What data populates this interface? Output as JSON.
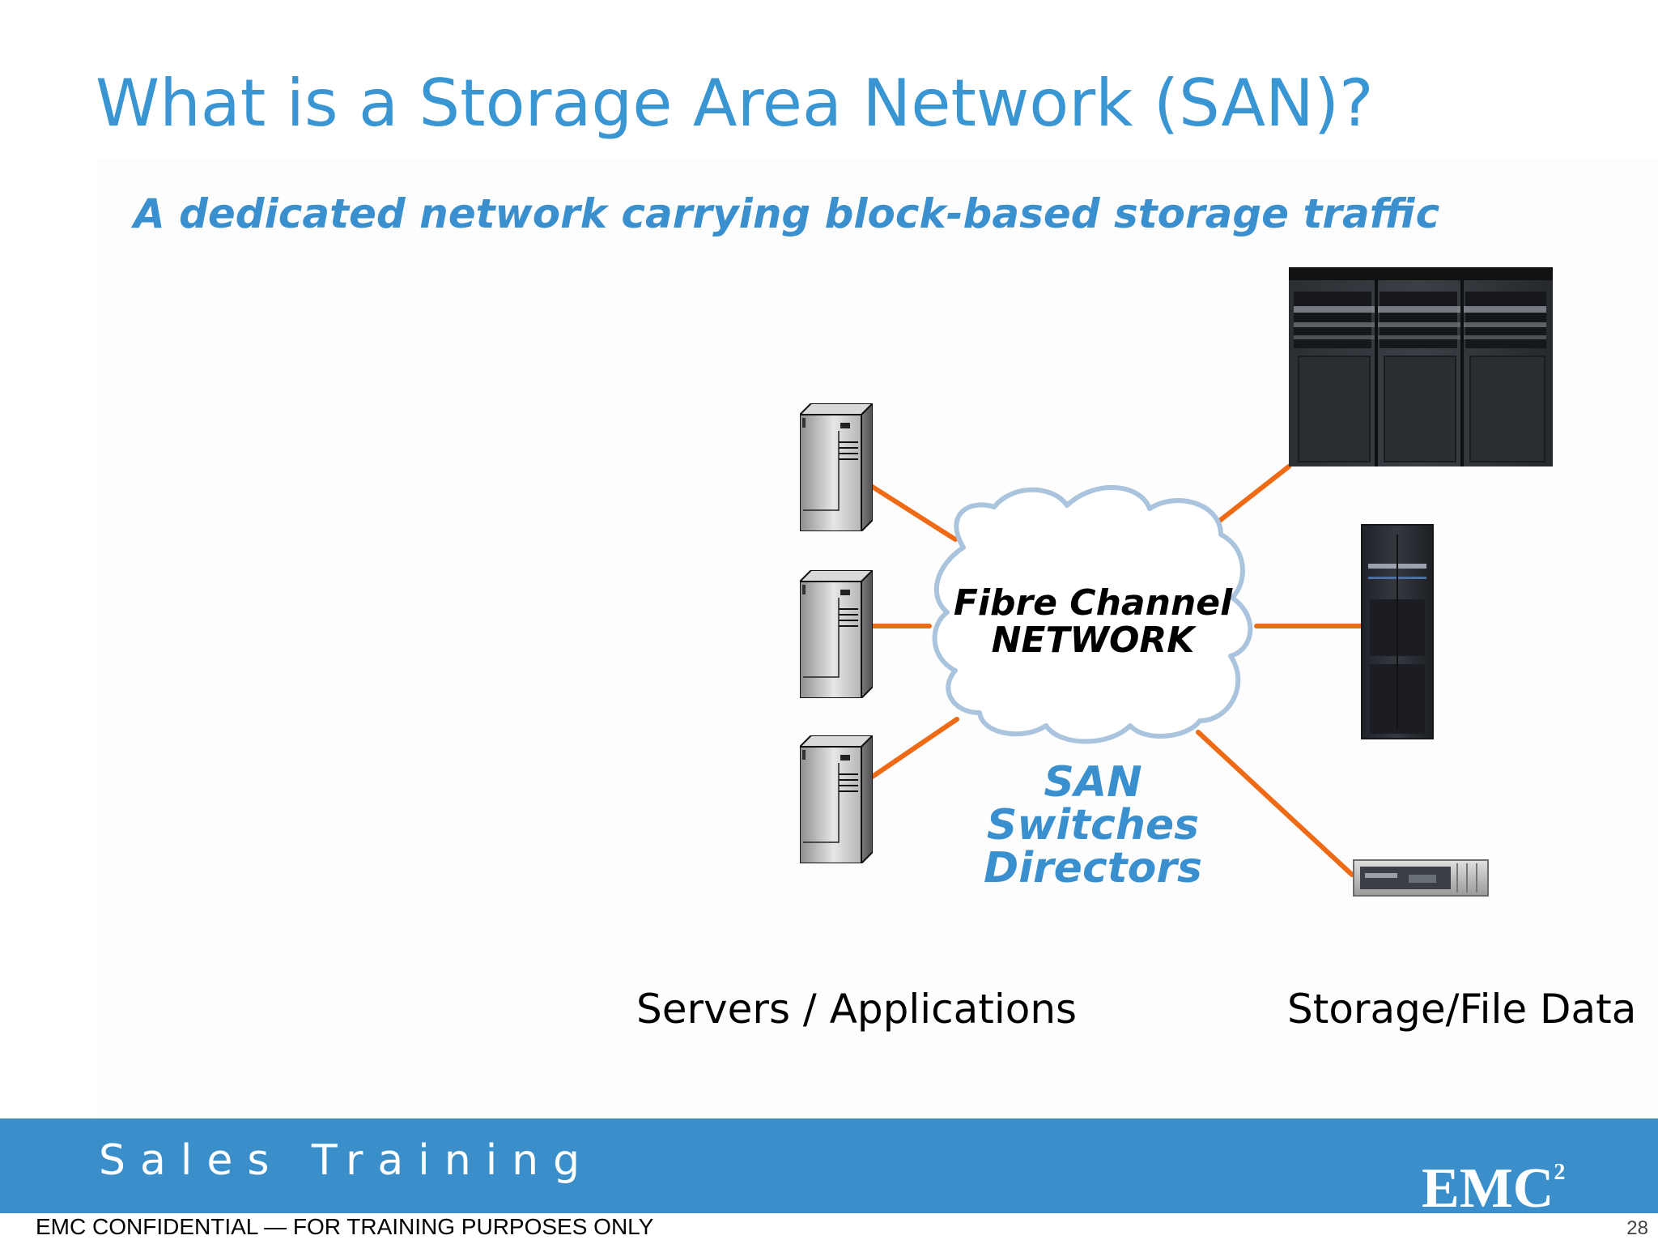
{
  "slide": {
    "title": "What is a Storage Area Network (SAN)?",
    "subtitle": "A dedicated network carrying block-based storage traffic"
  },
  "diagram": {
    "cloud_label": [
      "Fibre Channel",
      "NETWORK"
    ],
    "switch_label": [
      "SAN",
      "Switches",
      "Directors"
    ],
    "servers_caption": "Servers / Applications",
    "storage_caption": "Storage/File Data",
    "colors": {
      "link": "#ee6a14",
      "cloud_outline": "#a9c4dc",
      "accent": "#3a8fcf"
    },
    "icons": [
      "server-tower-icon",
      "server-tower-icon",
      "server-tower-icon",
      "storage-array-icon",
      "storage-cabinet-icon",
      "rack-storage-unit-icon"
    ]
  },
  "footer": {
    "brand": "Sales Training",
    "logo": "EMC",
    "logo_sup": "2",
    "confidential": "EMC CONFIDENTIAL  —  FOR TRAINING PURPOSES ONLY",
    "page_number": "28"
  }
}
